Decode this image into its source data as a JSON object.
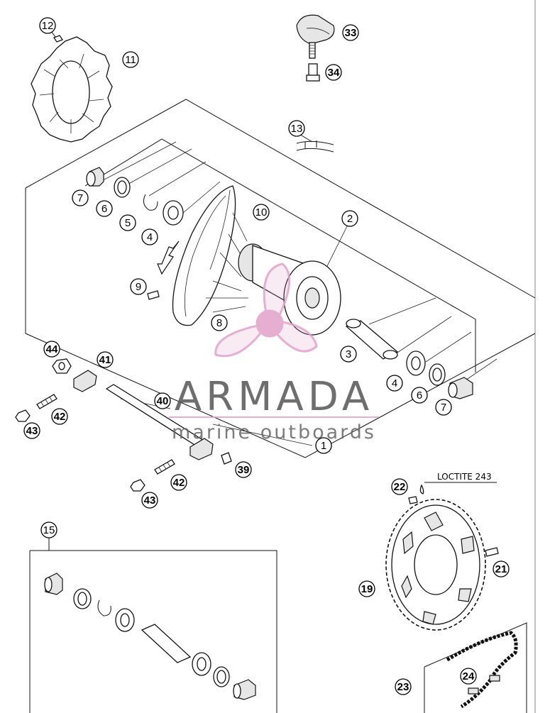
{
  "watermark": {
    "title": "ARMADA",
    "subtitle": "marine outboards",
    "logo_color": "#e2a0c8",
    "text_color": "#555555"
  },
  "annotation": {
    "loctite_label": "LOCTITE 243"
  },
  "callouts": [
    {
      "id": "c12",
      "label": "12",
      "filled": false
    },
    {
      "id": "c11",
      "label": "11",
      "filled": false
    },
    {
      "id": "c33",
      "label": "33",
      "filled": true
    },
    {
      "id": "c34",
      "label": "34",
      "filled": true
    },
    {
      "id": "c13",
      "label": "13",
      "filled": false
    },
    {
      "id": "c7a",
      "label": "7",
      "filled": false
    },
    {
      "id": "c6a",
      "label": "6",
      "filled": false
    },
    {
      "id": "c5",
      "label": "5",
      "filled": false
    },
    {
      "id": "c4a",
      "label": "4",
      "filled": false
    },
    {
      "id": "c10",
      "label": "10",
      "filled": false
    },
    {
      "id": "c2",
      "label": "2",
      "filled": false
    },
    {
      "id": "c9",
      "label": "9",
      "filled": false
    },
    {
      "id": "c8",
      "label": "8",
      "filled": false
    },
    {
      "id": "c3",
      "label": "3",
      "filled": false
    },
    {
      "id": "c44",
      "label": "44",
      "filled": true
    },
    {
      "id": "c41",
      "label": "41",
      "filled": true
    },
    {
      "id": "c4b",
      "label": "4",
      "filled": false
    },
    {
      "id": "c6b",
      "label": "6",
      "filled": false
    },
    {
      "id": "c7b",
      "label": "7",
      "filled": false
    },
    {
      "id": "c40",
      "label": "40",
      "filled": true
    },
    {
      "id": "c42a",
      "label": "42",
      "filled": true
    },
    {
      "id": "c43a",
      "label": "43",
      "filled": true
    },
    {
      "id": "c1",
      "label": "1",
      "filled": false
    },
    {
      "id": "c39",
      "label": "39",
      "filled": true
    },
    {
      "id": "c42b",
      "label": "42",
      "filled": true
    },
    {
      "id": "c43b",
      "label": "43",
      "filled": true
    },
    {
      "id": "c22",
      "label": "22",
      "filled": true
    },
    {
      "id": "c15",
      "label": "15",
      "filled": false
    },
    {
      "id": "c21",
      "label": "21",
      "filled": true
    },
    {
      "id": "c19",
      "label": "19",
      "filled": true
    },
    {
      "id": "c24",
      "label": "24",
      "filled": true
    },
    {
      "id": "c23",
      "label": "23",
      "filled": true
    }
  ]
}
